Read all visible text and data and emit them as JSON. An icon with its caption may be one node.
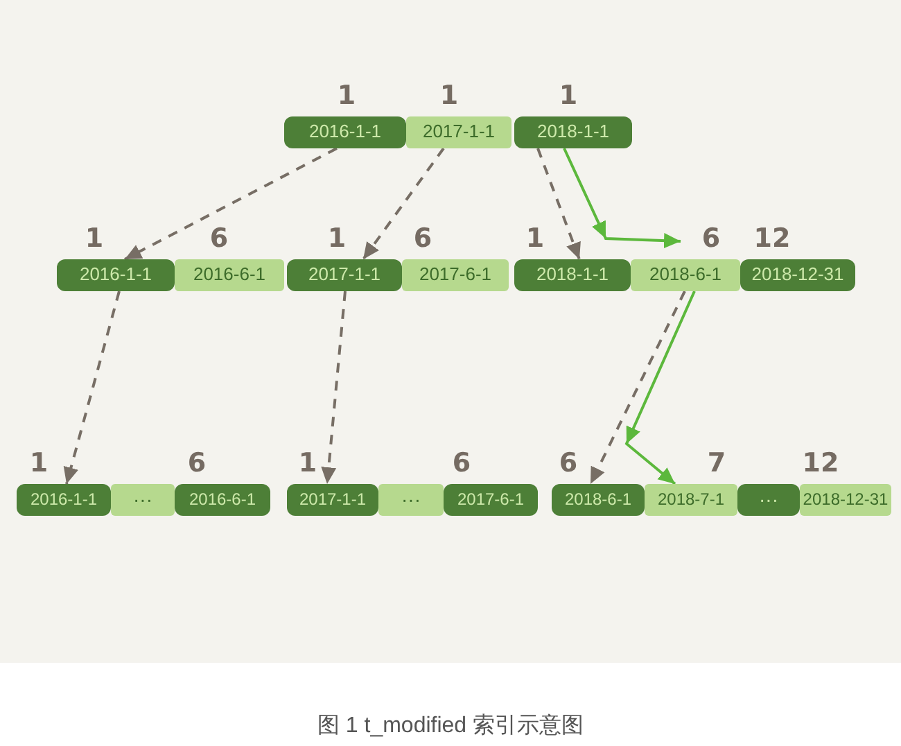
{
  "diagram": {
    "caption": "图 1 t_modified 索引示意图",
    "nodes": [
      {
        "text": [
          "2016-1-1"
        ],
        "beside": [
          "1"
        ]
      },
      {
        "text": [
          "2017-1-1"
        ],
        "beside": [
          "1"
        ]
      },
      {
        "text": [
          "2018-1-1"
        ],
        "beside": [
          "1"
        ]
      },
      {
        "text": [
          "2016-1-1"
        ],
        "beside": [
          "1"
        ]
      },
      {
        "text": [
          "2016-6-1"
        ],
        "beside": [
          "6"
        ]
      },
      {
        "text": [
          "2017-1-1"
        ],
        "beside": [
          "1"
        ]
      },
      {
        "text": [
          "2017-6-1"
        ],
        "beside": [
          "6"
        ]
      },
      {
        "text": [
          "2018-1-1"
        ],
        "beside": [
          "1"
        ]
      },
      {
        "text": [
          "2018-6-1"
        ],
        "beside": [
          "6"
        ]
      },
      {
        "text": [
          "2018-12-31"
        ],
        "beside": [
          "12"
        ]
      },
      {
        "text": [
          "2016-1-1"
        ],
        "beside": [
          "1"
        ]
      },
      {
        "text": [
          "···"
        ]
      },
      {
        "text": [
          "2016-6-1"
        ],
        "beside": [
          "6"
        ]
      },
      {
        "text": [
          "2017-1-1"
        ],
        "beside": [
          "1"
        ]
      },
      {
        "text": [
          "···"
        ]
      },
      {
        "text": [
          "2017-6-1"
        ],
        "beside": [
          "6"
        ]
      },
      {
        "text": [
          "2018-6-1"
        ],
        "beside": [
          "6"
        ]
      },
      {
        "text": [
          "2018-7-1"
        ],
        "beside": [
          "7"
        ]
      },
      {
        "text": [
          "···"
        ]
      },
      {
        "text": [
          "2018-12-31"
        ],
        "beside": [
          "12"
        ]
      }
    ],
    "edges": [
      {
        "from": 0,
        "to": 3,
        "arrow": "to",
        "style": "dashed"
      },
      {
        "from": 1,
        "to": 5,
        "arrow": "to",
        "style": "dashed"
      },
      {
        "from": 2,
        "to": 7,
        "arrow": "to",
        "style": "dashed"
      },
      {
        "from": 3,
        "to": 10,
        "arrow": "to",
        "style": "dashed"
      },
      {
        "from": 5,
        "to": 13,
        "arrow": "to",
        "style": "dashed"
      },
      {
        "from": 8,
        "to": 16,
        "arrow": "to",
        "style": "dashed"
      },
      {
        "from": 2,
        "to": 8,
        "arrow": "to",
        "color": "#5cb83c"
      },
      {
        "from": 8,
        "to": 17,
        "arrow": "to",
        "color": "#5cb83c"
      }
    ]
  }
}
